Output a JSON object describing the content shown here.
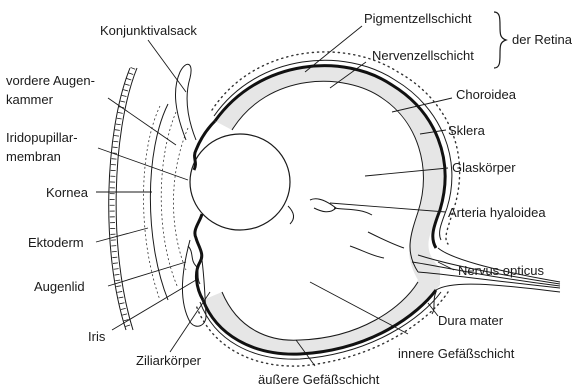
{
  "labels": {
    "konjunktivalsack": "Konjunktivalsack",
    "vordere_augenkammer_1": "vordere Augen-",
    "vordere_augenkammer_2": "kammer",
    "iridopupillar_1": "Iridopupillar-",
    "iridopupillar_2": "membran",
    "kornea": "Kornea",
    "ektoderm": "Ektoderm",
    "augenlid": "Augenlid",
    "iris": "Iris",
    "ziliarkoerper": "Ziliarkörper",
    "aeussere_gefaessschicht": "äußere Gefäßschicht",
    "pigmentzellschicht": "Pigmentzellschicht",
    "nervenzellschicht": "Nervenzellschicht",
    "der_retina": "der Retina",
    "choroidea": "Choroidea",
    "sklera": "Sklera",
    "glaskoerper": "Glaskörper",
    "arteria_hyaloidea": "Arteria hyaloidea",
    "nervus_opticus": "Nervus opticus",
    "dura_mater": "Dura mater",
    "innere_gefaessschicht": "innere Gefäßschicht"
  },
  "colors": {
    "ink": "#1a1a1a",
    "retina_fill": "#e6e6e6",
    "background": "#ffffff"
  }
}
